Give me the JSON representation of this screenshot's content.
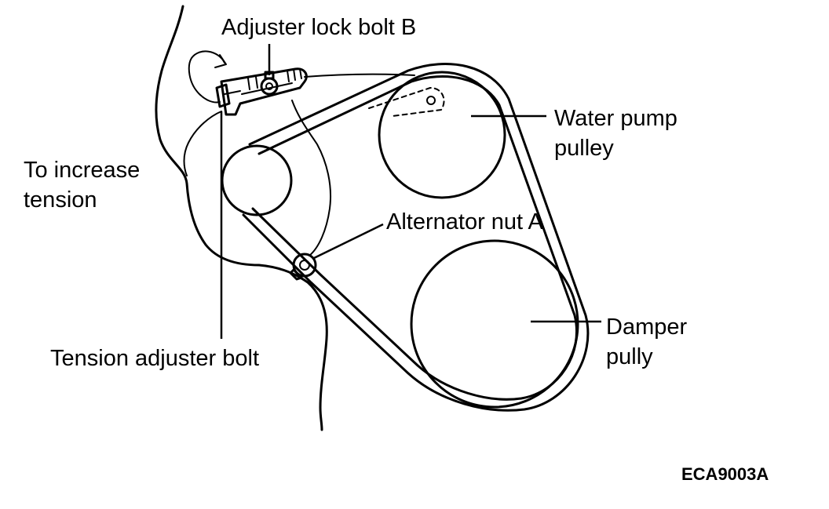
{
  "diagram": {
    "labels": {
      "adjuster_lock_bolt": "Adjuster lock bolt B",
      "water_pump_line1": "Water pump",
      "water_pump_line2": "pulley",
      "increase_line1": "To increase",
      "increase_line2": "tension",
      "alternator_nut": "Alternator nut A",
      "damper_line1": "Damper",
      "damper_line2": "pully",
      "tension_adjuster_bolt": "Tension adjuster bolt"
    },
    "figure_code": "ECA9003A",
    "colors": {
      "ink": "#000000",
      "background": "#ffffff"
    }
  }
}
